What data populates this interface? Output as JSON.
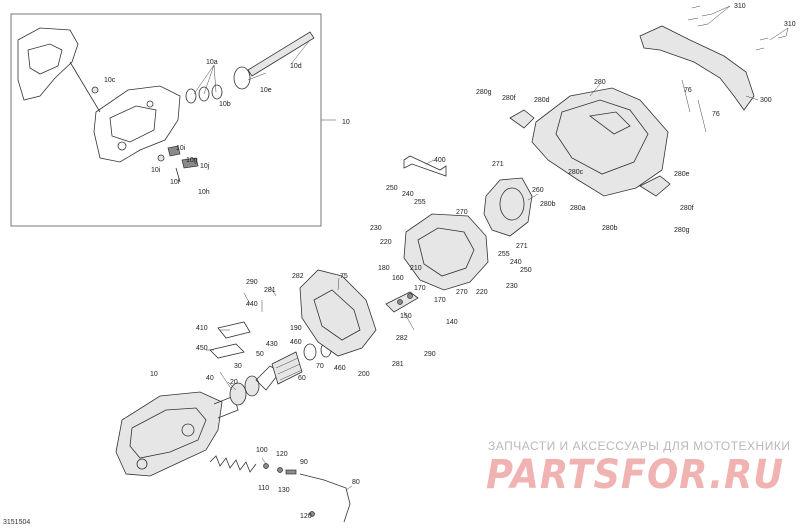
{
  "diagram_ref": "3151504",
  "watermark": {
    "caption": "ЗАПЧАСТИ И АКСЕССУАРЫ ДЛЯ МОТОТЕХНИКИ",
    "logo": "PARTSFOR.RU"
  },
  "callouts": {
    "c10_box": "10",
    "c10c": "10c",
    "c10a": "10a",
    "c10b": "10b",
    "c10e": "10e",
    "c10d": "10d",
    "c10i": "10i",
    "c10g": "10g",
    "c10j": "10j",
    "c10h": "10h",
    "c10f": "10f",
    "c10_main": "10",
    "c310": "310",
    "c300": "300",
    "c280": "280",
    "c280g_a": "280g",
    "c280f_a": "280f",
    "c280d": "280d",
    "c76_a": "76",
    "c76_b": "76",
    "c280c": "280c",
    "c280e": "280e",
    "c280a": "280a",
    "c280b": "280b",
    "c280f_b": "280f",
    "c280g_b": "280g",
    "c400": "400",
    "c271_a": "271",
    "c260": "260",
    "c250_a": "250",
    "c240_a": "240",
    "c255_a": "255",
    "c270_a": "270",
    "c230_a": "230",
    "c220_a": "220",
    "c271_b": "271",
    "c255_b": "255",
    "c240_b": "240",
    "c250_b": "250",
    "c210": "210",
    "c180": "180",
    "c160": "160",
    "c170_a": "170",
    "c170_b": "170",
    "c270_b": "270",
    "c220_b": "220",
    "c230_b": "230",
    "c150": "150",
    "c140": "140",
    "c290_a": "290",
    "c282_a": "282",
    "c281_a": "281",
    "c75": "75",
    "c440": "440",
    "c190": "190",
    "c410": "410",
    "c430": "430",
    "c450": "450",
    "c460_a": "460",
    "c460_b": "460",
    "c282_b": "282",
    "c290_b": "290",
    "c281_b": "281",
    "c200": "200",
    "c30": "30",
    "c50": "50",
    "c60": "60",
    "c70": "70",
    "c40": "40",
    "c20": "20",
    "c100": "100",
    "c120_a": "120",
    "c90": "90",
    "c110": "110",
    "c130": "130",
    "c80": "80",
    "c120_b": "120"
  }
}
